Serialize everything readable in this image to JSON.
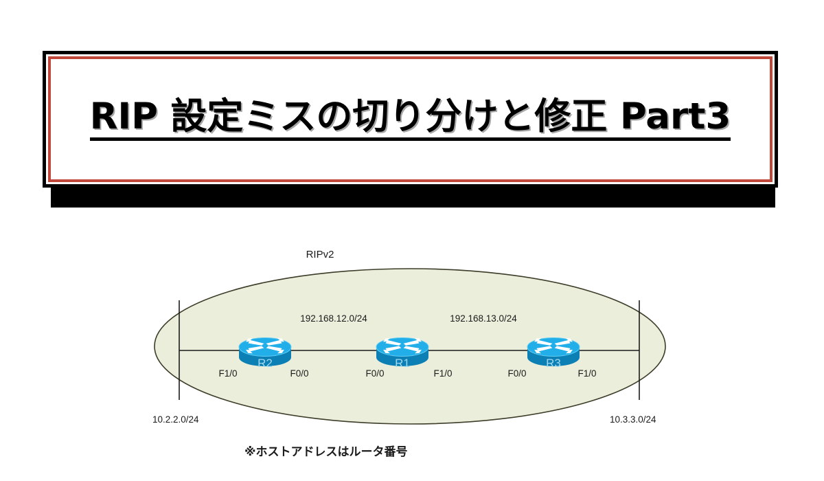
{
  "slide": {
    "title": "RIP 設定ミスの切り分けと修正 Part3",
    "title_border_color": "#C0483A",
    "title_outer_border_color": "#000000",
    "background_color": "#FFFFFF"
  },
  "diagram": {
    "cloud_label": "RIPv2",
    "cloud_fill": "#EBEEDB",
    "cloud_stroke": "#3C3C28",
    "footnote": "※ホストアドレスはルータ番号",
    "routers": [
      {
        "name": "R2",
        "left_interface": "F1/0",
        "right_interface": "F0/0"
      },
      {
        "name": "R1",
        "left_interface": "F0/0",
        "right_interface": "F1/0"
      },
      {
        "name": "R3",
        "left_interface": "F0/0",
        "right_interface": "F1/0"
      }
    ],
    "links": [
      {
        "label": "192.168.12.0/24"
      },
      {
        "label": "192.168.13.0/24"
      }
    ],
    "edge_networks": [
      {
        "label": "10.2.2.0/24",
        "side": "left"
      },
      {
        "label": "10.3.3.0/24",
        "side": "right"
      }
    ],
    "router_colors": {
      "top_fill": "#22AEE8",
      "body_fill": "#0C7FB4",
      "arrow_fill": "#FFFFFF",
      "label_fill": "#9FD9F2"
    }
  }
}
